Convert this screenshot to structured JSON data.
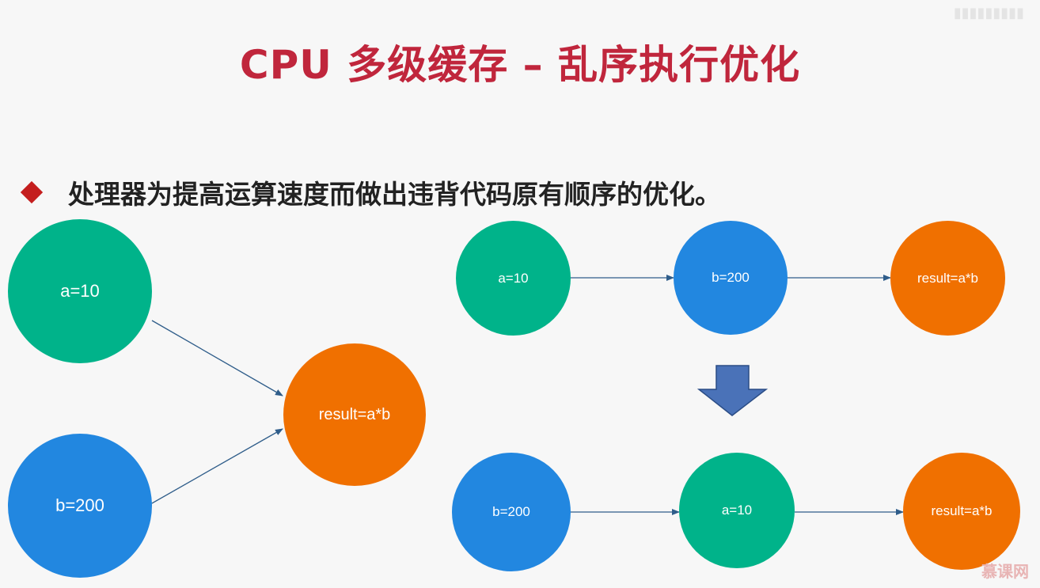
{
  "title": "CPU 多级缓存 – 乱序执行优化",
  "bullet": "处理器为提高运算速度而做出违背代码原有顺序的优化。",
  "nodes": {
    "left_a": "a=10",
    "left_b": "b=200",
    "left_result": "result=a*b",
    "top_a": "a=10",
    "top_b": "b=200",
    "top_result": "result=a*b",
    "bottom_b": "b=200",
    "bottom_a": "a=10",
    "bottom_result": "result=a*b"
  },
  "colors": {
    "title": "#c0263c",
    "bullet_marker": "#c41e1e",
    "node_green": "#00b38a",
    "node_blue": "#2287e0",
    "node_orange": "#f07000",
    "arrow": "#2f5d8a",
    "down_arrow_fill": "#4a72b8"
  },
  "watermark": "慕课网"
}
